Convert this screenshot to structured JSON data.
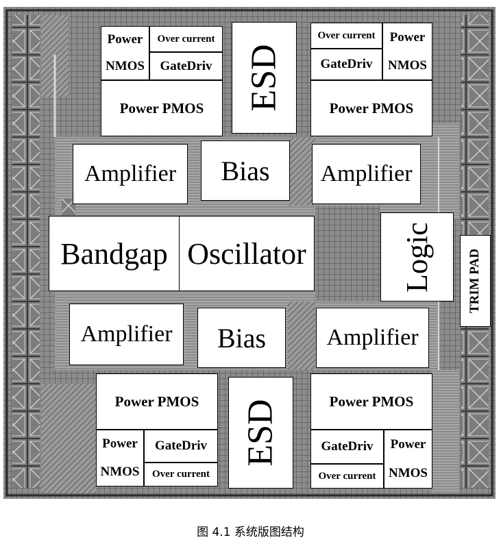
{
  "diagram": {
    "blocks": {
      "tl_power_nmos_1": "Power",
      "tl_power_nmos_2": "NMOS",
      "tl_over_current": "Over current",
      "tl_gatedriv": "GateDriv",
      "tl_power_pmos": "Power PMOS",
      "esd_top": "ESD",
      "tr_over_current": "Over current",
      "tr_power_nmos_1": "Power",
      "tr_power_nmos_2": "NMOS",
      "tr_gatedriv": "GateDriv",
      "tr_power_pmos": "Power PMOS",
      "amp_tl": "Amplifier",
      "bias_top": "Bias",
      "amp_tr": "Amplifier",
      "bandgap": "Bandgap",
      "oscillator": "Oscillator",
      "logic": "Logic",
      "trim_pad": "TRIM PAD",
      "amp_bl": "Amplifier",
      "bias_bottom": "Bias",
      "amp_br": "Amplifier",
      "bl_power_pmos": "Power PMOS",
      "esd_bottom": "ESD",
      "br_power_pmos": "Power PMOS",
      "bl_power_nmos_1": "Power",
      "bl_power_nmos_2": "NMOS",
      "bl_gatedriv": "GateDriv",
      "bl_over_current": "Over current",
      "br_gatedriv": "GateDriv",
      "br_over_current": "Over current",
      "br_power_nmos_1": "Power",
      "br_power_nmos_2": "NMOS"
    },
    "caption": "图 4.1 系统版图结构"
  }
}
